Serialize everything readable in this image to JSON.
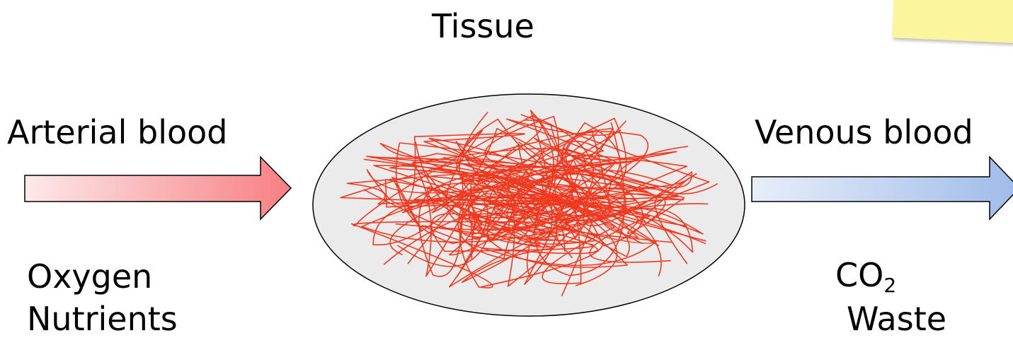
{
  "tissue_label": "Tissue",
  "inflow": {
    "label": "Arterial blood",
    "items": [
      "Oxygen",
      "Nutrients"
    ],
    "arrow_gradient": [
      "#fde9ea",
      "#f77f82"
    ]
  },
  "outflow": {
    "label": "Venous blood",
    "item_co2": "CO",
    "item_co2_sub": "2",
    "item_waste": "Waste",
    "arrow_gradient": [
      "#e8eef9",
      "#9fbbe9"
    ]
  },
  "tissue": {
    "fill": "#ebebeb",
    "vessel_color": "#f0391f"
  },
  "sticky_note": {
    "color": "#fbf59d"
  }
}
